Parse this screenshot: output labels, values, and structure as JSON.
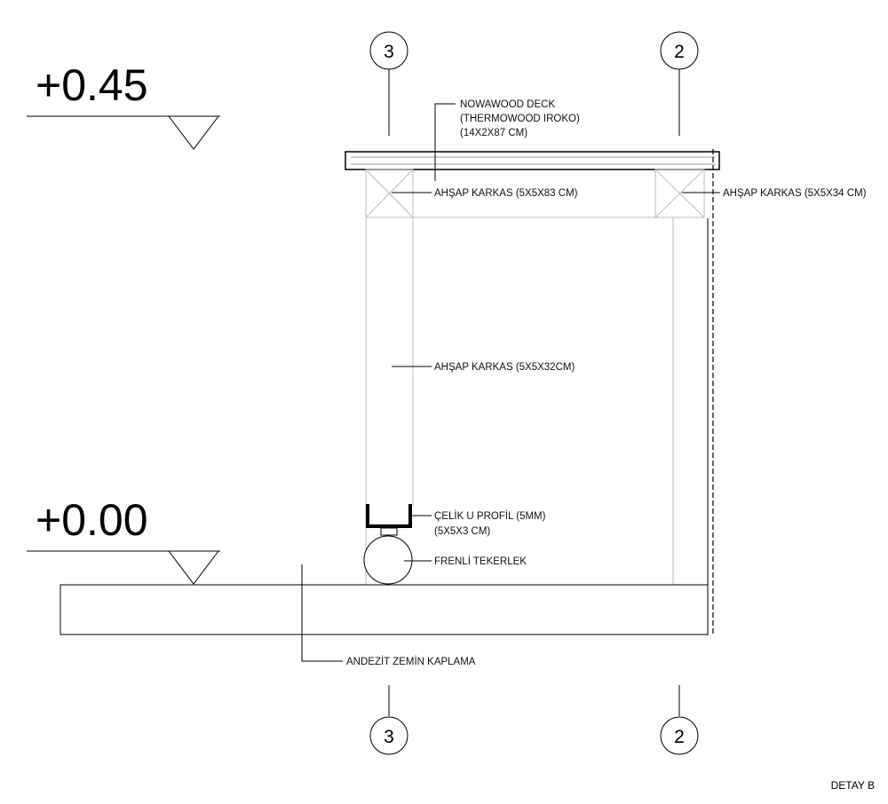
{
  "levels": {
    "top": "+0.45",
    "bottom": "+0.00"
  },
  "axes": {
    "axis_3": "3",
    "axis_2": "2"
  },
  "labels": {
    "deck_line1": "NOWAWOOD DECK",
    "deck_line2": "(THERMOWOOD IROKO)",
    "deck_line3": "(14X2X87 CM)",
    "frame_83": "AHŞAP KARKAS (5X5X83 CM)",
    "frame_34": "AHŞAP KARKAS (5X5X34 CM)",
    "frame_32": "AHŞAP KARKAS (5X5X32CM)",
    "u_profile_line1": "ÇELİK U PROFİL (5MM)",
    "u_profile_line2": "(5X5X3 CM)",
    "wheel": "FRENLİ TEKERLEK",
    "floor": "ANDEZİT ZEMİN KAPLAMA"
  },
  "title": "DETAY B"
}
